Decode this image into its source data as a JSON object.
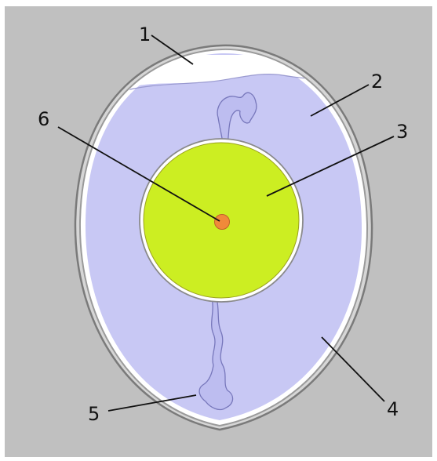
{
  "diagram": {
    "labels": [
      "1",
      "2",
      "3",
      "4",
      "5",
      "6"
    ]
  },
  "colors": {
    "background": "#c0c0c0",
    "frame": "#ffffff",
    "egg_white": "#c8c8f4",
    "air_cell": "#ffffff",
    "shell_outline": "#8a8a8a",
    "yolk": "#ccee22",
    "germinal_disc": "#f08a3a",
    "chalaza": "#b8b8ee",
    "leader_line": "#111111"
  }
}
